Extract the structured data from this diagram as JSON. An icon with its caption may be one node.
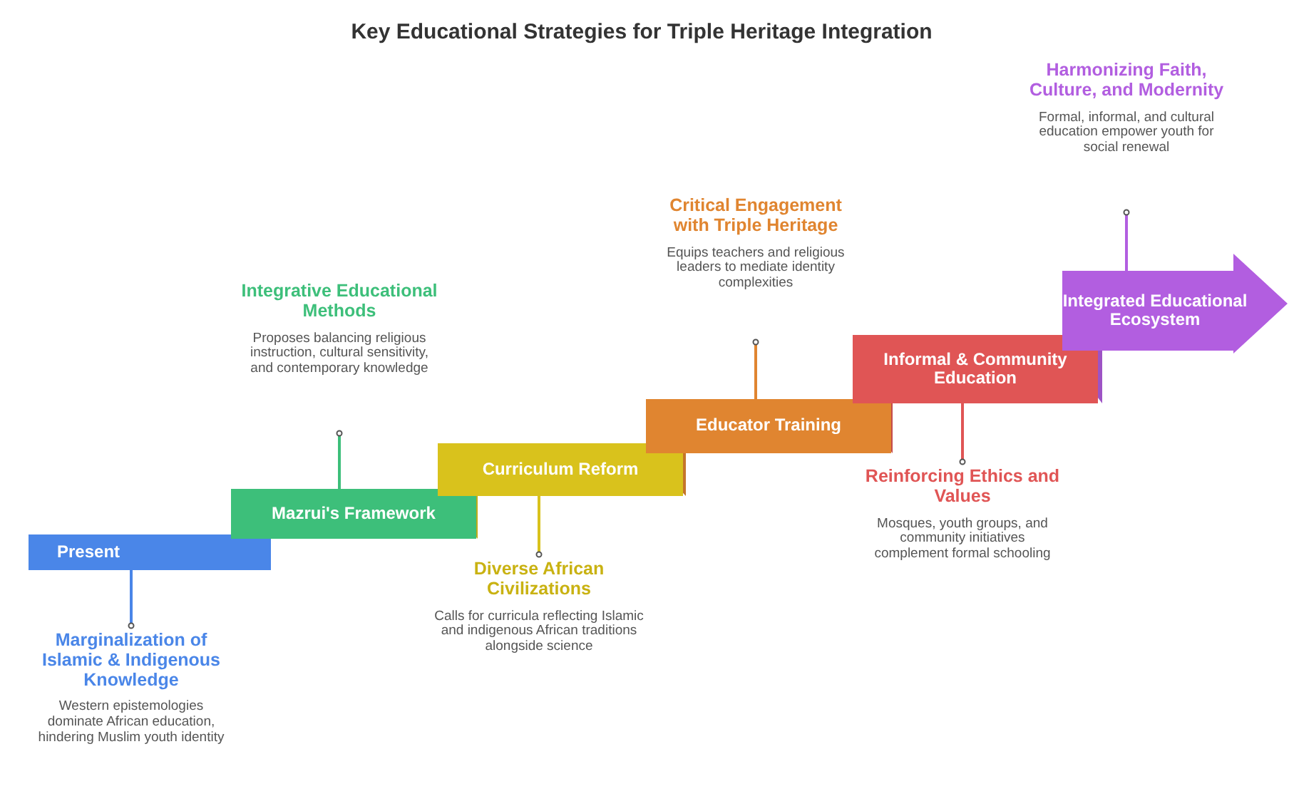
{
  "diagram": {
    "title": "Key Educational Strategies for Triple Heritage Integration",
    "nodes": [
      {
        "text": [
          "Present"
        ]
      },
      {
        "text": [
          "Mazrui's Framework"
        ]
      },
      {
        "text": [
          "Curriculum Reform"
        ]
      },
      {
        "text": [
          "Educator Training"
        ]
      },
      {
        "text": [
          "Informal & Community Education"
        ]
      },
      {
        "text": [
          "Integrated Educational Ecosystem"
        ]
      },
      {
        "text": [
          "Marginalization of Islamic & Indigenous Knowledge",
          "Western epistemologies dominate African education, hindering Muslim youth identity"
        ]
      },
      {
        "text": [
          "Integrative Educational Methods",
          "Proposes balancing religious instruction, cultural sensitivity, and contemporary knowledge"
        ]
      },
      {
        "text": [
          "Diverse African Civilizations",
          "Calls for curricula reflecting Islamic and indigenous African traditions alongside science"
        ]
      },
      {
        "text": [
          "Critical Engagement with Triple Heritage",
          "Equips teachers and religious leaders to mediate identity complexities"
        ]
      },
      {
        "text": [
          "Reinforcing Ethics and Values",
          "Mosques, youth groups, and community initiatives complement formal schooling"
        ]
      },
      {
        "text": [
          "Harmonizing Faith, Culture, and Modernity",
          "Formal, informal, and cultural education empower youth for social renewal"
        ]
      }
    ],
    "edges": [
      {
        "from": 0,
        "to": 6,
        "arrow": "other",
        "color": "#4a86e8"
      },
      {
        "from": 1,
        "to": 7,
        "arrow": "other",
        "color": "#3dbf7a"
      },
      {
        "from": 2,
        "to": 8,
        "arrow": "other",
        "color": "#d9c21c"
      },
      {
        "from": 3,
        "to": 9,
        "arrow": "other",
        "color": "#e08530"
      },
      {
        "from": 4,
        "to": 10,
        "arrow": "other",
        "color": "#e05555"
      },
      {
        "from": 5,
        "to": 11,
        "arrow": "other",
        "color": "#b25ee0"
      }
    ]
  }
}
